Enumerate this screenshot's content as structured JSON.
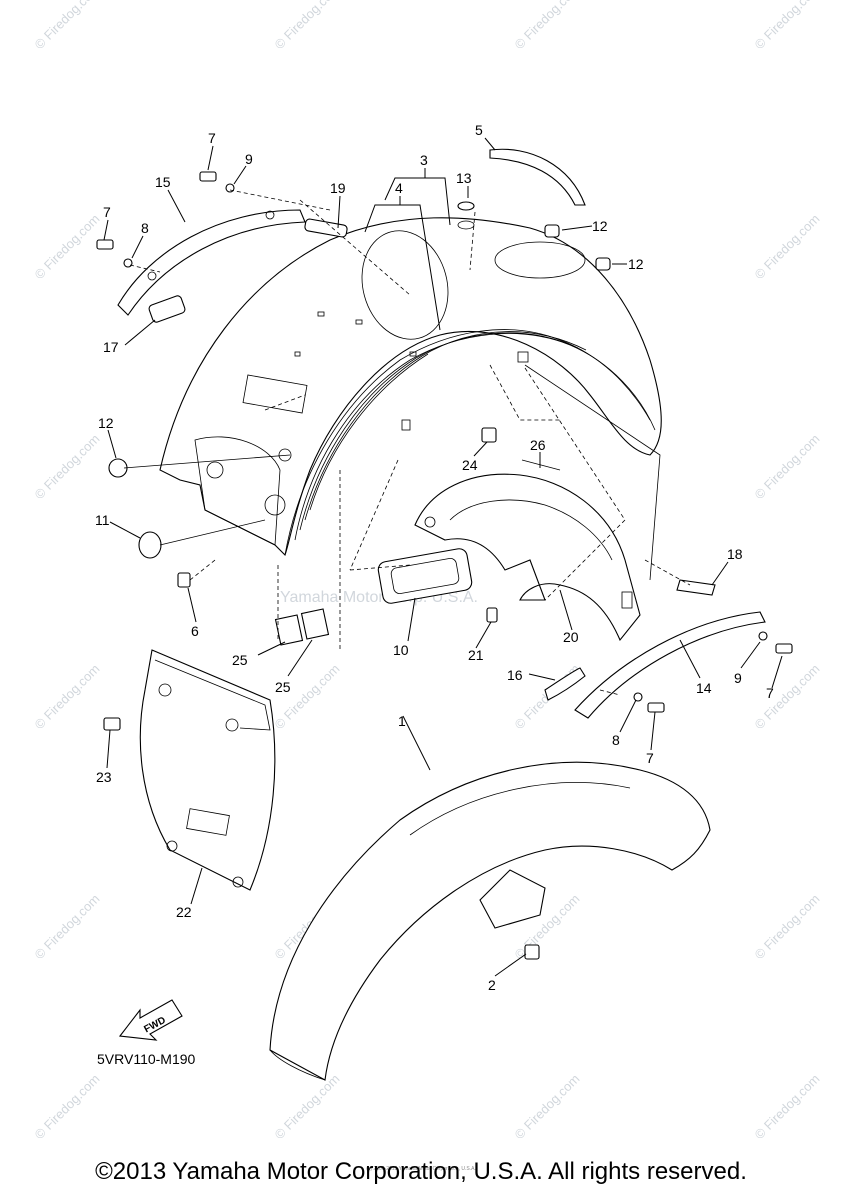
{
  "watermark": "© Firedog.com",
  "center_watermark": "Yamaha Motor Corp. U.S.A.",
  "diagram_code": "5VRV110-M190",
  "fwd_label": "FWD",
  "copyright": "©2013 Yamaha Motor Corporation, U.S.A. All rights reserved.",
  "footer_small": "(c) 2000-2013 Yamaha Motor Corporation, U.S.A.",
  "callouts": [
    {
      "id": "c5",
      "label": "5"
    },
    {
      "id": "c3",
      "label": "3"
    },
    {
      "id": "c13",
      "label": "13"
    },
    {
      "id": "c4",
      "label": "4"
    },
    {
      "id": "c7a",
      "label": "7"
    },
    {
      "id": "c9a",
      "label": "9"
    },
    {
      "id": "c15",
      "label": "15"
    },
    {
      "id": "c19",
      "label": "19"
    },
    {
      "id": "c7b",
      "label": "7"
    },
    {
      "id": "c8a",
      "label": "8"
    },
    {
      "id": "c12a",
      "label": "12"
    },
    {
      "id": "c12b",
      "label": "12"
    },
    {
      "id": "c17",
      "label": "17"
    },
    {
      "id": "c12c",
      "label": "12"
    },
    {
      "id": "c24",
      "label": "24"
    },
    {
      "id": "c26",
      "label": "26"
    },
    {
      "id": "c11",
      "label": "11"
    },
    {
      "id": "c6",
      "label": "6"
    },
    {
      "id": "c18",
      "label": "18"
    },
    {
      "id": "c25a",
      "label": "25"
    },
    {
      "id": "c25b",
      "label": "25"
    },
    {
      "id": "c10",
      "label": "10"
    },
    {
      "id": "c21",
      "label": "21"
    },
    {
      "id": "c20",
      "label": "20"
    },
    {
      "id": "c16",
      "label": "16"
    },
    {
      "id": "c14",
      "label": "14"
    },
    {
      "id": "c9b",
      "label": "9"
    },
    {
      "id": "c7c",
      "label": "7"
    },
    {
      "id": "c8b",
      "label": "8"
    },
    {
      "id": "c7d",
      "label": "7"
    },
    {
      "id": "c1",
      "label": "1"
    },
    {
      "id": "c23",
      "label": "23"
    },
    {
      "id": "c22",
      "label": "22"
    },
    {
      "id": "c2",
      "label": "2"
    }
  ]
}
